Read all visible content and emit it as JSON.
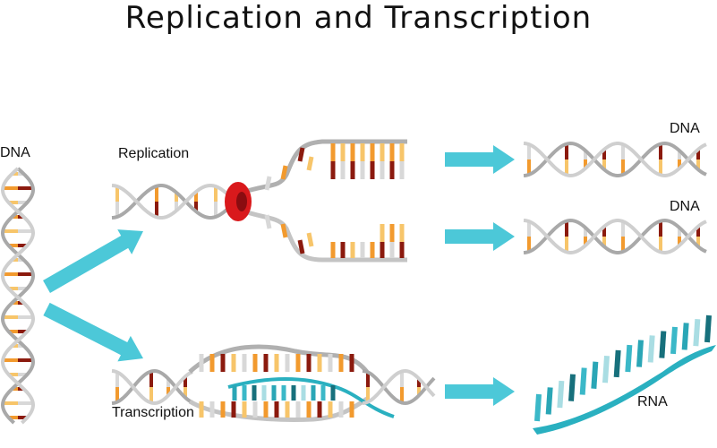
{
  "title": "Replication and Transcription",
  "labels": {
    "dna_left": "DNA",
    "replication": "Replication",
    "transcription": "Transcription",
    "dna_top": "DNA",
    "dna_bottom": "DNA",
    "rna": "RNA"
  },
  "colors": {
    "arrow": "#4cc8d8",
    "backbone": "#b8b8b8",
    "enzyme": "#d9191c",
    "rna": "#2ab0c0",
    "bases": [
      "#8b1a0e",
      "#f29a2e",
      "#d8d8d8",
      "#f7c56a"
    ],
    "rna_bases": [
      "#3bb8c8",
      "#17707c",
      "#a9dde3",
      "#2aa6b6"
    ]
  }
}
